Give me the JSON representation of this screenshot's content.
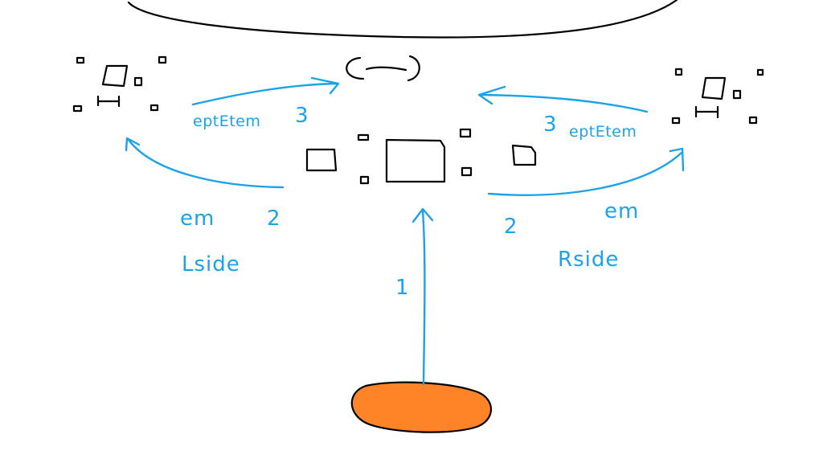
{
  "colors": {
    "background": "#ffffff",
    "ink": "#000000",
    "arrow": "#1aa3e8",
    "start_zone": "#fe8427"
  },
  "labels": {
    "step_1": "1",
    "left_em_2": {
      "word": "em",
      "number": "2"
    },
    "left_side": "Lside",
    "left_3": {
      "word": "eptEtem",
      "number": "3"
    },
    "right_2_em": {
      "number": "2",
      "word": "em"
    },
    "right_side": "Rside",
    "right_3": {
      "number": "3",
      "word": "eptEtem"
    }
  },
  "icons": {
    "top_arc": "arena-edge-arc",
    "top_glyph": "bracket-link-glyph",
    "start_zone": "orange-start-blob",
    "center_object": "center-box",
    "left_object": "left-small-box",
    "right_object": "right-small-box",
    "left_cluster": "left-machine-cluster",
    "right_cluster": "right-machine-cluster"
  }
}
